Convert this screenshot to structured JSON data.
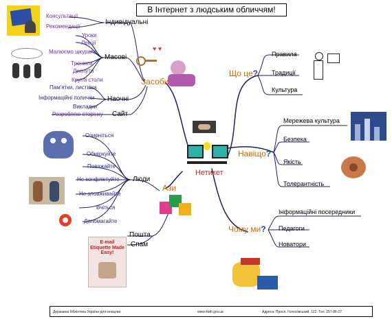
{
  "title": "В Інтернет з людським обличчям!",
  "center": {
    "label": "Нетикет"
  },
  "zasoby": {
    "label": "Засоби",
    "groups": [
      {
        "label": "Індивідуальні",
        "items": [
          "Консультації",
          "Рекомендації"
        ]
      },
      {
        "label": "Масові",
        "items": [
          "Уроки",
          "Лекції",
          "Малюємо шкурати",
          "Тренінги",
          "Диспути",
          "Круглі столи"
        ]
      },
      {
        "label": "Наочні",
        "items": [
          "Пам'ятки, листівки",
          "Інформаційні полички",
          "Викладки"
        ]
      },
      {
        "label": "Сайт",
        "items": [
          "Розробляю сторінку"
        ]
      }
    ]
  },
  "azy": {
    "label": "Ази",
    "people": {
      "label": "Люди",
      "items": [
        "Озирніться",
        "Обміркуйте",
        "Поважайте",
        "Не конфліктуйте",
        "Не зловживайте",
        "Вчіться",
        "Допомагайте"
      ]
    },
    "mail": {
      "items": [
        "Пошта",
        "Спам"
      ]
    },
    "book": "E-mail Etiquette Made Easy!"
  },
  "shcho_tse": {
    "label": "Що це",
    "q": "?",
    "items": [
      "Правила",
      "Традиції",
      "Культура"
    ]
  },
  "navishcho": {
    "label": "Навіщо",
    "q": "?",
    "items": [
      "Мережева культура",
      "Безпека",
      "Якість",
      "Толерантність"
    ]
  },
  "chomu_my": {
    "label": "Чому ми",
    "q": "?",
    "items": [
      "Інформаційні посередники",
      "Педагоги",
      "Новатори"
    ]
  },
  "footer": {
    "left": "Державна бібліотека України для юнацтва",
    "mid": "www.4uth.gov.ua",
    "right": "Адреса: Просп. Голосіївський, 122. Тел. 257-86-27"
  }
}
